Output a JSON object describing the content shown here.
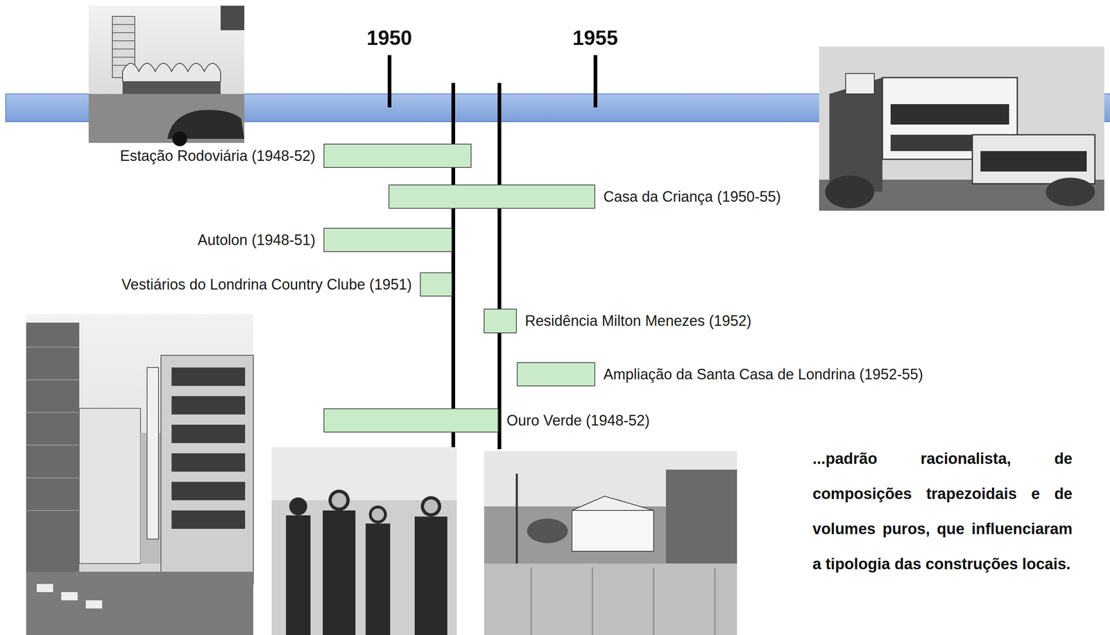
{
  "diagram": {
    "nodes": [
      {
        "text": [
          "Estação Rodoviária (1948-52)"
        ]
      },
      {
        "text": [
          "Casa da Criança (1950-55)"
        ]
      },
      {
        "text": [
          "Autolon (1948-51)"
        ]
      },
      {
        "text": [
          "Vestiários do Londrina Country Clube (1951)"
        ]
      },
      {
        "text": [
          "Residência Milton Menezes (1952)"
        ]
      },
      {
        "text": [
          "Ampliação da Santa Casa de Londrina (1952-55)"
        ]
      },
      {
        "text": [
          "Ouro Verde (1948-52)"
        ]
      }
    ],
    "labels": [
      "1950",
      "1955",
      "...padrão racionalista, de composições trapezoidais e de volumes puros, que influenciaram a tipologia das construções locais."
    ]
  }
}
